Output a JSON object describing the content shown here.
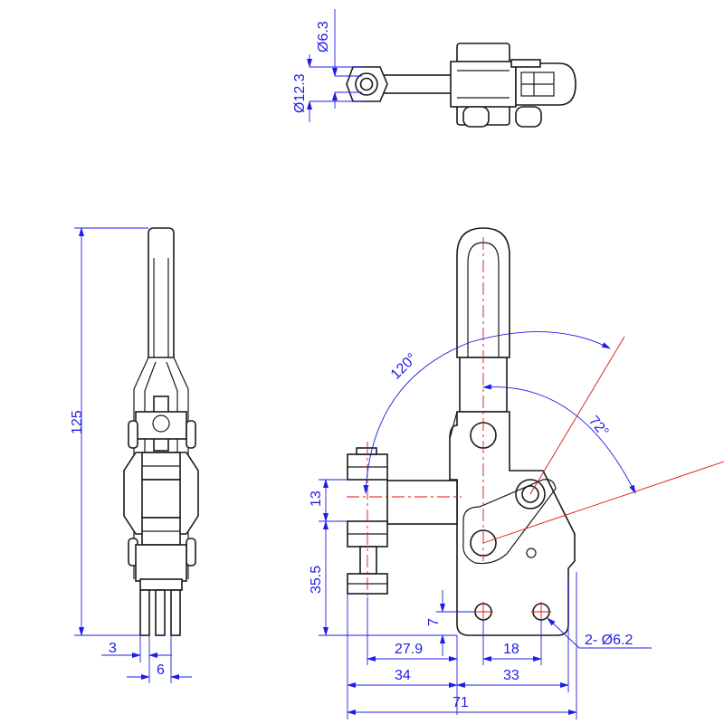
{
  "drawing": {
    "top_view": {
      "dims": {
        "bolt_thread": "Ø6.3",
        "nut_width": "Ø12.3"
      }
    },
    "side_view": {
      "dims": {
        "overall_height": "125",
        "foot_thickness": "3",
        "foot_gap": "6"
      }
    },
    "front_view": {
      "dims": {
        "spindle_offset": "13",
        "spindle_height": "35.5",
        "hole_height": "7",
        "spindle_to_base": "27.9",
        "hole_spacing": "18",
        "left_length": "34",
        "right_length": "33",
        "overall_length": "71",
        "mount_holes": "2- Ø6.2",
        "handle_angle": "120°",
        "bar_opening_angle": "72°"
      }
    }
  }
}
